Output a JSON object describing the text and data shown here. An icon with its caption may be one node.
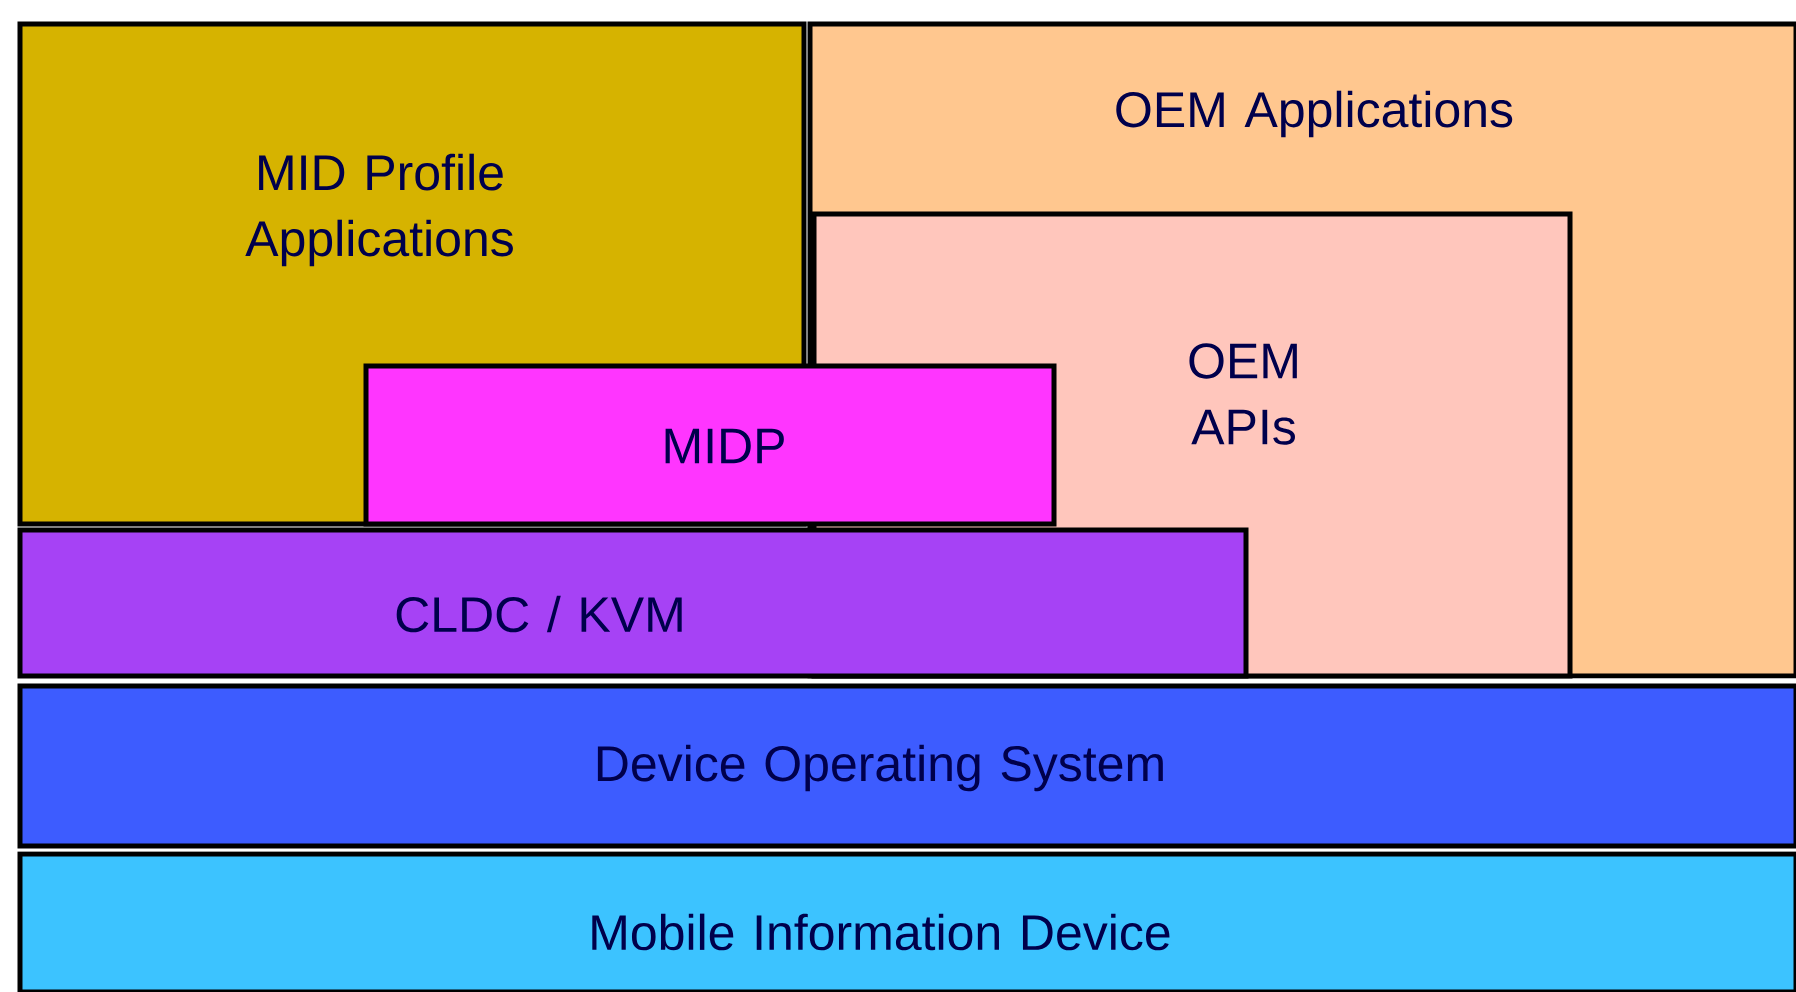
{
  "diagram": {
    "nodes": [
      {
        "text": [
          "MID Profile Applications"
        ]
      },
      {
        "text": [
          "OEM Applications"
        ]
      },
      {
        "text": [
          "OEM APIs"
        ],
        "in": 1
      },
      {
        "text": [
          "MIDP"
        ]
      },
      {
        "text": [
          "CLDC / KVM"
        ]
      },
      {
        "text": [
          "Device Operating System"
        ]
      },
      {
        "text": [
          "Mobile Information Device"
        ]
      }
    ]
  }
}
